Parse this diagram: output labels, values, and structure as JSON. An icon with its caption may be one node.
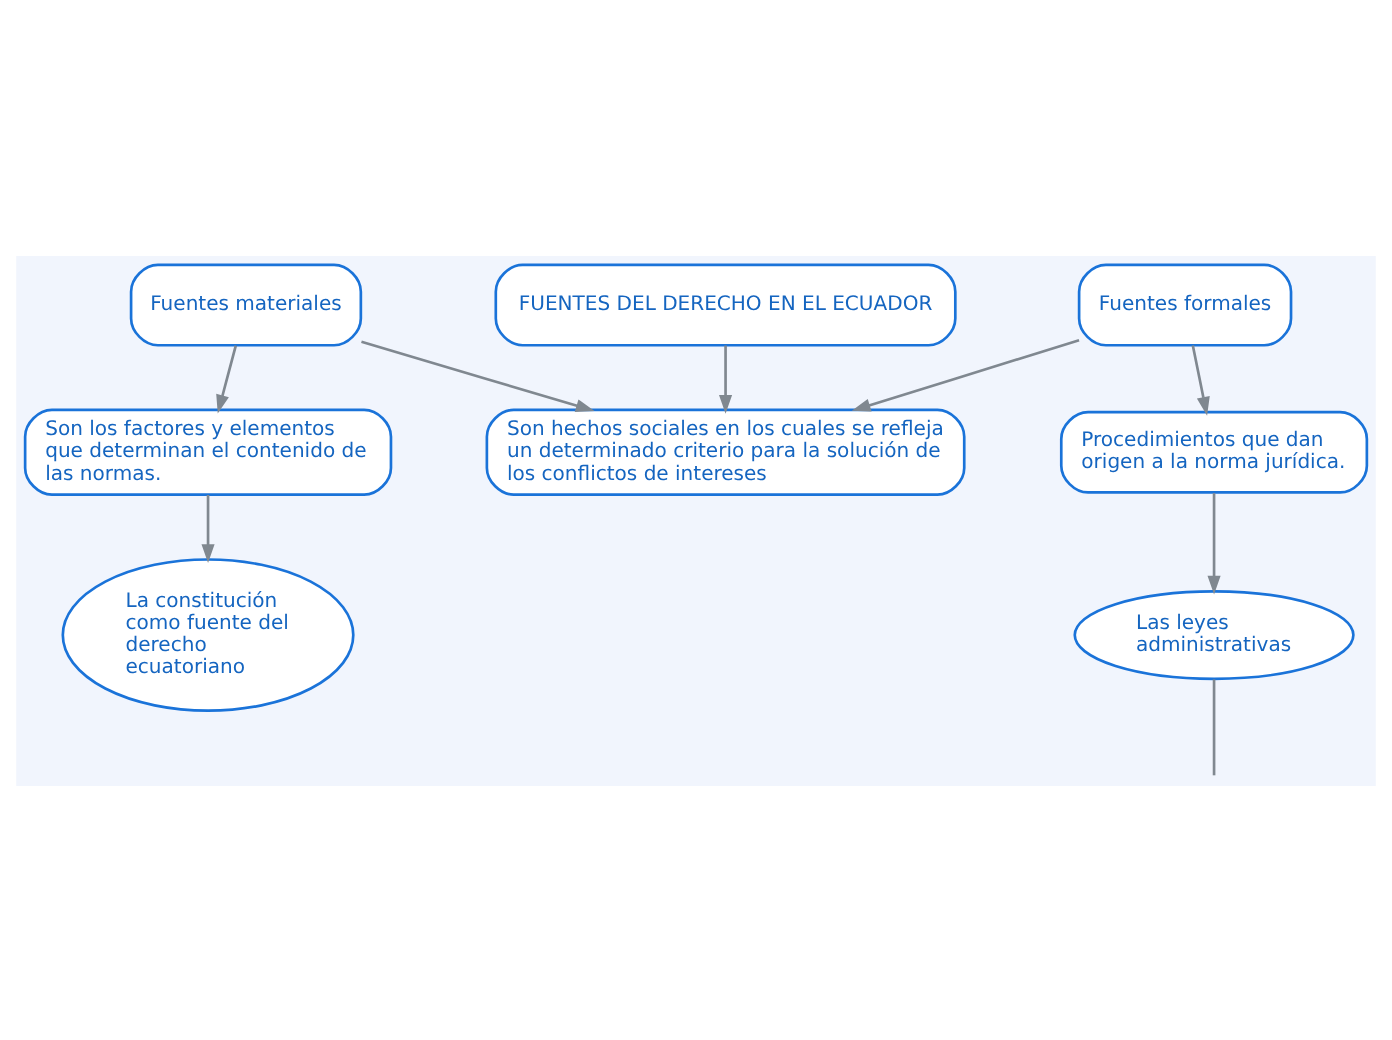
{
  "diagram": {
    "nodes": [
      {
        "text": [
          "FUENTES DEL DERECHO EN EL ECUADOR"
        ]
      },
      {
        "text": [
          "Son hechos sociales en los cuales se refleja un determinado criterio para la solución de los conflictos de intereses"
        ]
      },
      {
        "text": [
          "Fuentes materiales"
        ]
      },
      {
        "text": [
          "Fuentes formales"
        ]
      },
      {
        "text": [
          "Son los factores y elementos que determinan el contenido de las normas."
        ]
      },
      {
        "text": [
          "La constitución como fuente del derecho ecuatoriano"
        ]
      },
      {
        "text": [
          "Procedimientos que dan origen a la norma jurídica."
        ]
      },
      {
        "text": [
          "Las leyes administrativas"
        ]
      }
    ],
    "edges": [
      {
        "from": 0,
        "to": 1,
        "arrow": "to"
      },
      {
        "from": 2,
        "to": 1,
        "arrow": "to"
      },
      {
        "from": 3,
        "to": 1,
        "arrow": "to"
      },
      {
        "from": 2,
        "to": 4,
        "arrow": "to"
      },
      {
        "from": 4,
        "to": 5,
        "arrow": "to"
      },
      {
        "from": 3,
        "to": 6,
        "arrow": "to"
      },
      {
        "from": 6,
        "to": 7,
        "arrow": "to"
      },
      {
        "from": 7,
        "to": null,
        "arrow": "none"
      }
    ]
  }
}
